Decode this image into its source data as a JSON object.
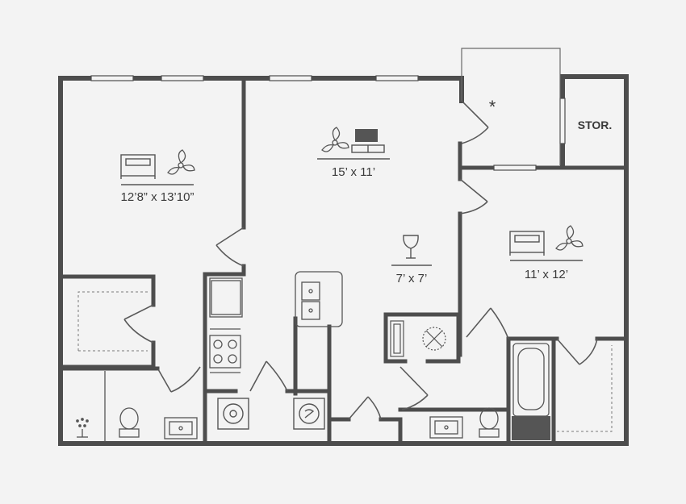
{
  "rooms": {
    "bedroom1": {
      "dims": "12’8” x 13’10”",
      "icons": [
        "bed-icon",
        "ceiling-fan-icon"
      ]
    },
    "living": {
      "dims": "15’ x 11’",
      "icons": [
        "ceiling-fan-icon",
        "tv-icon"
      ]
    },
    "dining": {
      "dims": "7’ x 7’",
      "icons": [
        "wine-glass-icon"
      ]
    },
    "bedroom2": {
      "dims": "11’ x 12’",
      "icons": [
        "bed-icon",
        "ceiling-fan-icon"
      ]
    },
    "storage": {
      "label": "STOR."
    },
    "balcony": {
      "marker": "*"
    }
  },
  "colors": {
    "wall": "#4d4d4d",
    "fixture": "#555555",
    "background": "#f3f3f3",
    "label": "#3a3a3a"
  }
}
